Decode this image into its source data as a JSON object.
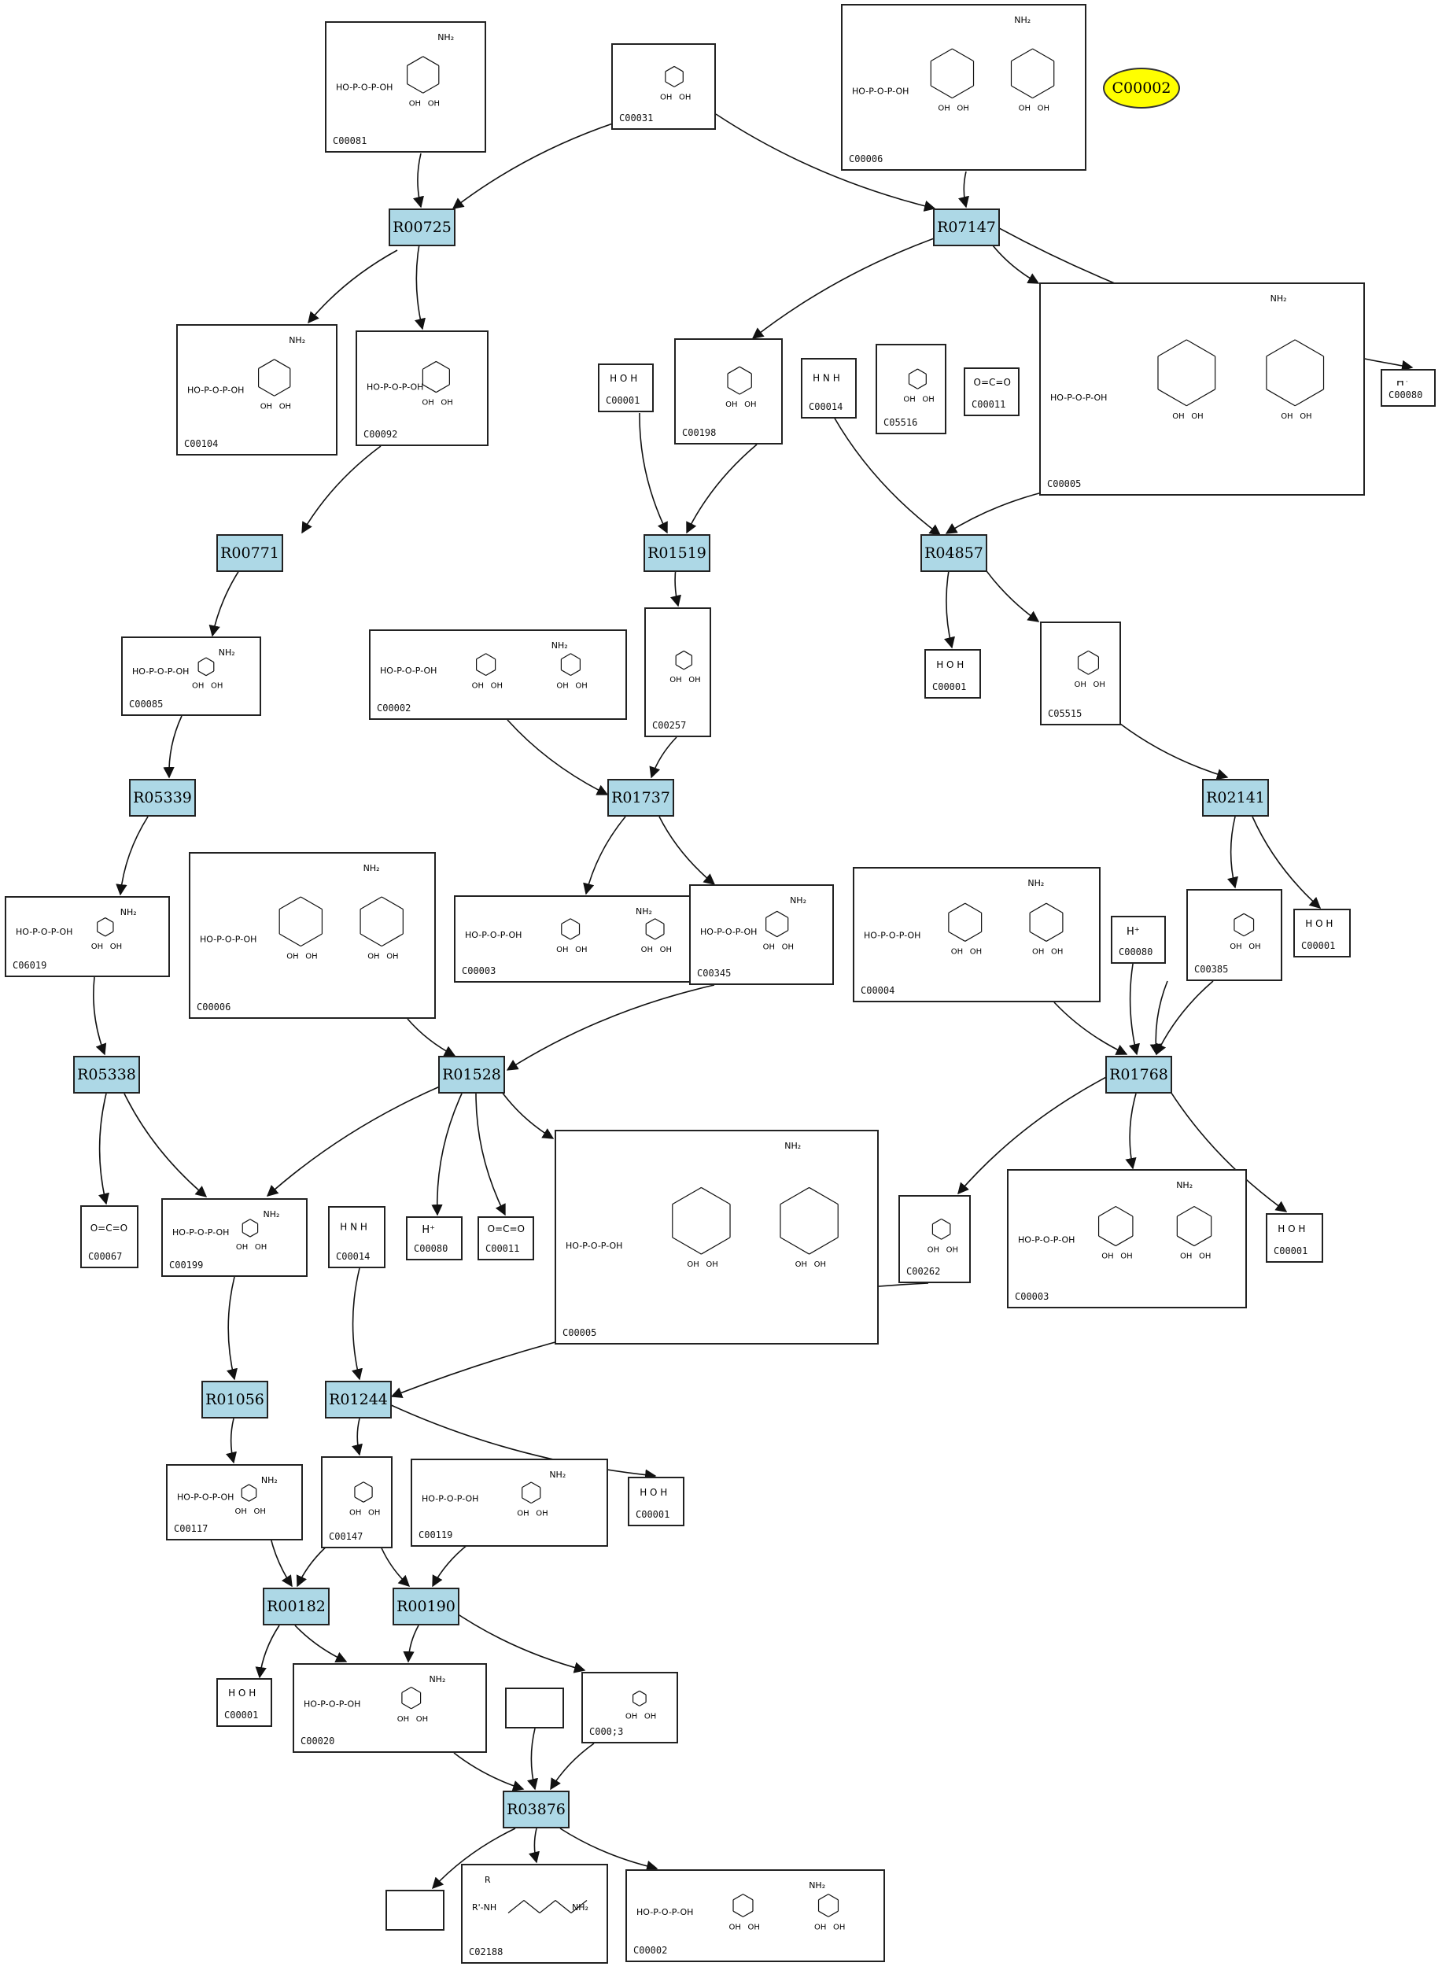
{
  "highlight": {
    "label": "C00002",
    "fill": "#ffff00"
  },
  "colors": {
    "reaction_fill": "#add8e6",
    "line": "#111111"
  },
  "reactions": [
    {
      "id": "R00725"
    },
    {
      "id": "R07147"
    },
    {
      "id": "R00771"
    },
    {
      "id": "R01519"
    },
    {
      "id": "R04857"
    },
    {
      "id": "R05339"
    },
    {
      "id": "R01737"
    },
    {
      "id": "R02141"
    },
    {
      "id": "R05338"
    },
    {
      "id": "R01528"
    },
    {
      "id": "R01768"
    },
    {
      "id": "R01056"
    },
    {
      "id": "R01244"
    },
    {
      "id": "R00182"
    },
    {
      "id": "R00190"
    },
    {
      "id": "R03876"
    }
  ],
  "compounds": [
    {
      "key": "c00081",
      "id": "C00081"
    },
    {
      "key": "c00031",
      "id": "C00031"
    },
    {
      "key": "c00006a",
      "id": "C00006"
    },
    {
      "key": "c00104",
      "id": "C00104"
    },
    {
      "key": "c00092",
      "id": "C00092"
    },
    {
      "key": "c00001a",
      "id": "C00001"
    },
    {
      "key": "c00198",
      "id": "C00198"
    },
    {
      "key": "c00014a",
      "id": "C00014"
    },
    {
      "key": "c05516",
      "id": "C05516"
    },
    {
      "key": "c00011a",
      "id": "C00011"
    },
    {
      "key": "c00005a",
      "id": "C00005"
    },
    {
      "key": "c00080a",
      "id": "C00080"
    },
    {
      "key": "c00085",
      "id": "C00085"
    },
    {
      "key": "c00002a",
      "id": "C00002"
    },
    {
      "key": "c00257",
      "id": "C00257"
    },
    {
      "key": "c00001b",
      "id": "C00001"
    },
    {
      "key": "c05515",
      "id": "C05515"
    },
    {
      "key": "c06019",
      "id": "C06019"
    },
    {
      "key": "c00006b",
      "id": "C00006"
    },
    {
      "key": "c00003a",
      "id": "C00003"
    },
    {
      "key": "c00345",
      "id": "C00345"
    },
    {
      "key": "c00004",
      "id": "C00004"
    },
    {
      "key": "c00080b",
      "id": "C00080"
    },
    {
      "key": "c00385",
      "id": "C00385"
    },
    {
      "key": "c00001c",
      "id": "C00001"
    },
    {
      "key": "c00067",
      "id": "C00067"
    },
    {
      "key": "c00199",
      "id": "C00199"
    },
    {
      "key": "c00014b",
      "id": "C00014"
    },
    {
      "key": "c00080c",
      "id": "C00080"
    },
    {
      "key": "c00011b",
      "id": "C00011"
    },
    {
      "key": "c00005b",
      "id": "C00005"
    },
    {
      "key": "c00262",
      "id": "C00262"
    },
    {
      "key": "c00003b",
      "id": "C00003"
    },
    {
      "key": "c00001d",
      "id": "C00001"
    },
    {
      "key": "c00117",
      "id": "C00117"
    },
    {
      "key": "c00147",
      "id": "C00147"
    },
    {
      "key": "c00119",
      "id": "C00119"
    },
    {
      "key": "c00001e",
      "id": "C00001"
    },
    {
      "key": "c00001f",
      "id": "C00001"
    },
    {
      "key": "c00020",
      "id": "C00020"
    },
    {
      "key": "c00013",
      "id": "C000;3"
    },
    {
      "key": "c02188",
      "id": "C02188"
    },
    {
      "key": "c00002b",
      "id": "C00002"
    }
  ],
  "structure_text": {
    "h2o": "H  O  H",
    "nh3": "H  N  H",
    "h_plus": "H⁺",
    "co2": "O=C=O",
    "phospho": "HO-P-O-P-OH",
    "oh": "OH",
    "nh2": "NH₂",
    "r_group": "R",
    "r_amine": "R'-NH"
  }
}
